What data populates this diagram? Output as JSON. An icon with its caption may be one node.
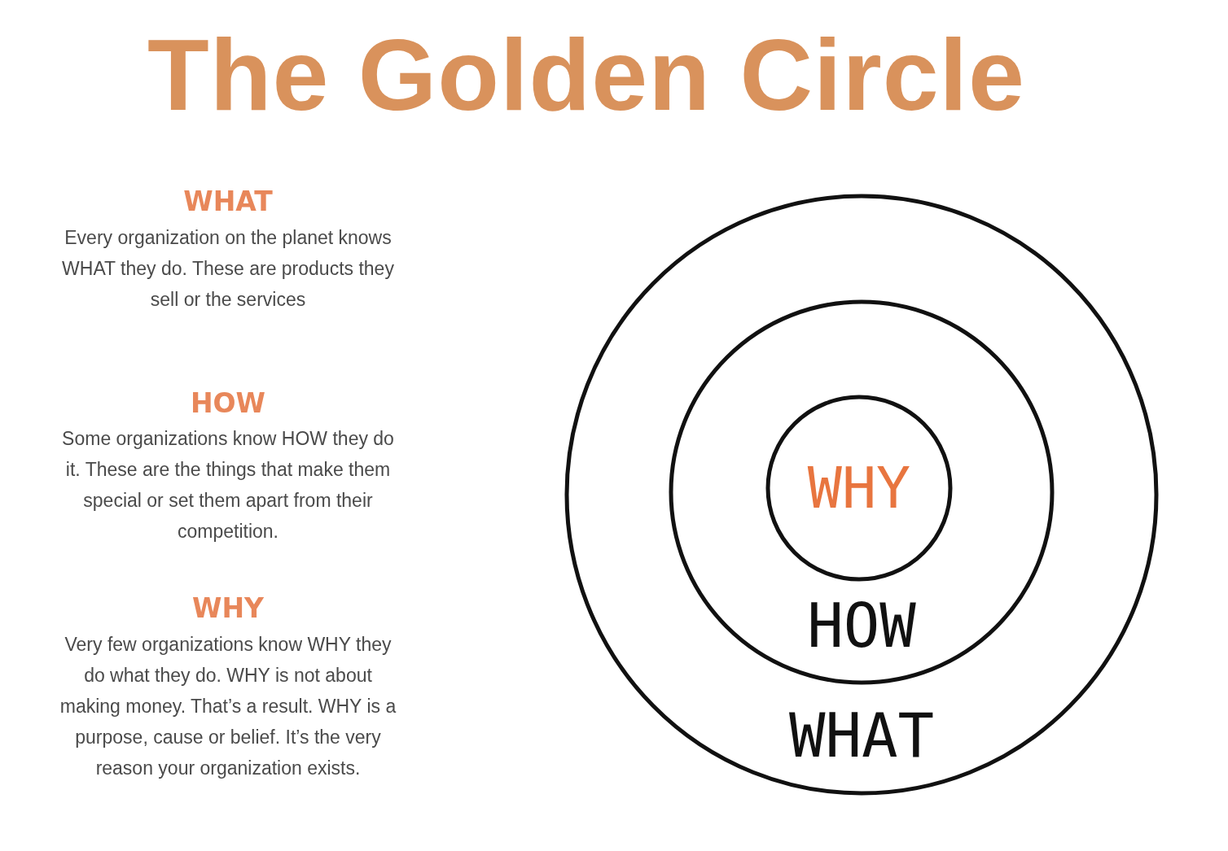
{
  "diagram": {
    "title": "The Golden Circle",
    "nodes": [
      {
        "text": [
          "WHAT"
        ]
      },
      {
        "text": [
          "HOW"
        ],
        "in": 0
      },
      {
        "text": [
          "WHY"
        ],
        "in": 1
      }
    ],
    "labels": [
      "WHAT",
      "Every organization on the planet knows WHAT they do. These are products they sell or the services",
      "HOW",
      "Some organizations know HOW they do it. These are the things that make them special or set them apart from their competition.",
      "WHY",
      "Very few organizations know WHY they do what they do. WHY is not about making money. That’s a result. WHY is a purpose, cause or belief. It’s the very reason your organization exists."
    ]
  }
}
